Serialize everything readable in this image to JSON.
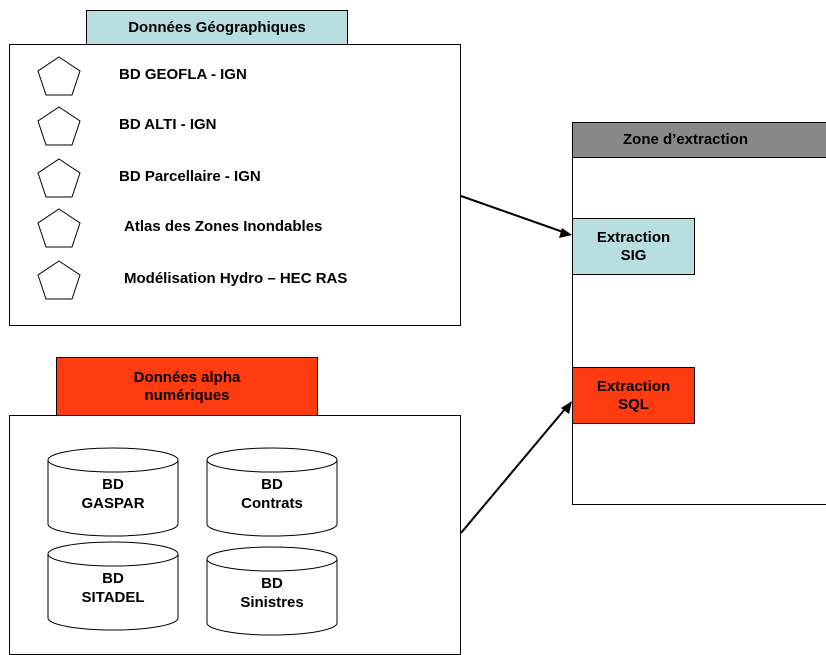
{
  "geo": {
    "title": "Données Géographiques",
    "title_color": "#B8DEE0",
    "items": [
      {
        "label": "BD GEOFLA - IGN"
      },
      {
        "label": "BD ALTI - IGN"
      },
      {
        "label": "BD Parcellaire - IGN"
      },
      {
        "label": "Atlas des Zones Inondables"
      },
      {
        "label": "Modélisation Hydro – HEC RAS"
      }
    ]
  },
  "alpha": {
    "title_line1": "Données alpha",
    "title_line2": "numériques",
    "title_color": "#FF3B10",
    "databases": [
      {
        "line1": "BD",
        "line2": "GASPAR"
      },
      {
        "line1": "BD",
        "line2": "Contrats"
      },
      {
        "line1": "BD",
        "line2": "SITADEL"
      },
      {
        "line1": "BD",
        "line2": "Sinistres"
      }
    ]
  },
  "zone": {
    "title": "Zone d’extraction",
    "title_color": "#888888",
    "sig_line1": "Extraction",
    "sig_line2": "SIG",
    "sig_color": "#B8DEE0",
    "sql_line1": "Extraction",
    "sql_line2": "SQL",
    "sql_color": "#FF3B10"
  }
}
